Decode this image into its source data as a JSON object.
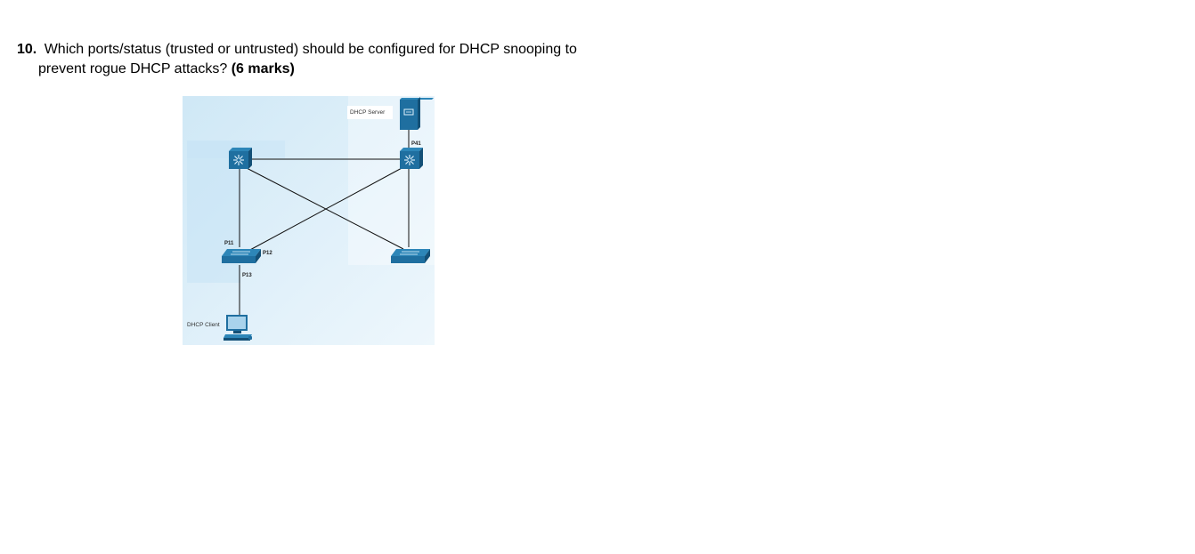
{
  "question": {
    "number": "10.",
    "text_line1": "Which ports/status (trusted or untrusted) should be configured for DHCP snooping to",
    "text_line2": "prevent rogue DHCP attacks?",
    "marks": "(6 marks)"
  },
  "diagram": {
    "labels": {
      "dhcp_server": "DHCP Server",
      "dhcp_client": "DHCP Client",
      "p11": "P11",
      "p12": "P12",
      "p13": "P13",
      "p41": "P41"
    },
    "colors": {
      "device_blue": "#1f6fa0",
      "device_dark": "#135077",
      "background": "#dbeef8",
      "link": "#111111"
    }
  }
}
